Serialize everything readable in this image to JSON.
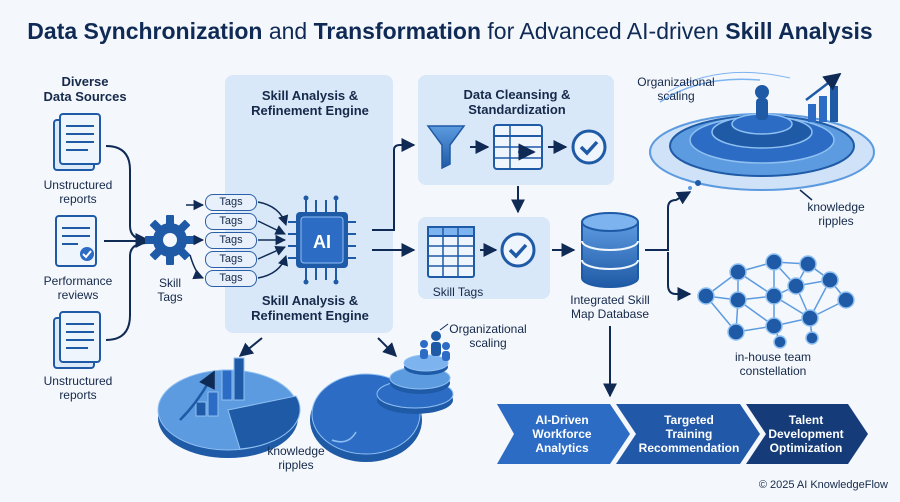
{
  "title": {
    "part1": "Data Synchronization",
    "part2": " and ",
    "part3": "Transformation",
    "part4": " for Advanced AI-driven ",
    "part5": "Skill Analysis"
  },
  "sources": {
    "heading": "Diverse\nData Sources",
    "doc1": "Unstructured\nreports",
    "doc2": "Performance\nreviews",
    "doc3": "Unstructured\nreports"
  },
  "gear_label": "Skill\nTags",
  "tags": [
    "Tags",
    "Tags",
    "Tags",
    "Tags",
    "Tags"
  ],
  "engine": {
    "title_top": "Skill Analysis &\nRefinement Engine",
    "title_bottom": "Skill Analysis &\nRefinement Engine",
    "chip": "AI"
  },
  "cleansing": {
    "title": "Data Cleansing &\nStandardization"
  },
  "skill_tags": "Skill Tags",
  "database": "Integrated Skill\nMap Database",
  "org_scaling_top": "Organizational\nscaling",
  "knowledge_ripples_right": "knowledge\nripples",
  "team": "in-house team\nconstellation",
  "org_scaling_bottom": "Organizational\nscaling",
  "knowledge_ripples_bottom": "knowledge\nripples",
  "outcomes": [
    "AI-Driven\nWorkforce\nAnalytics",
    "Targeted\nTraining\nRecommendation",
    "Talent\nDevelopment\nOptimization"
  ],
  "copyright": "© 2025 AI KnowledgeFlow",
  "colors": {
    "primary": "#1f5aa6",
    "dark": "#0f2a55",
    "light": "#d9e8f8",
    "chevron1": "#2c6cc4",
    "chevron2": "#2258a8",
    "chevron3": "#153c78"
  }
}
